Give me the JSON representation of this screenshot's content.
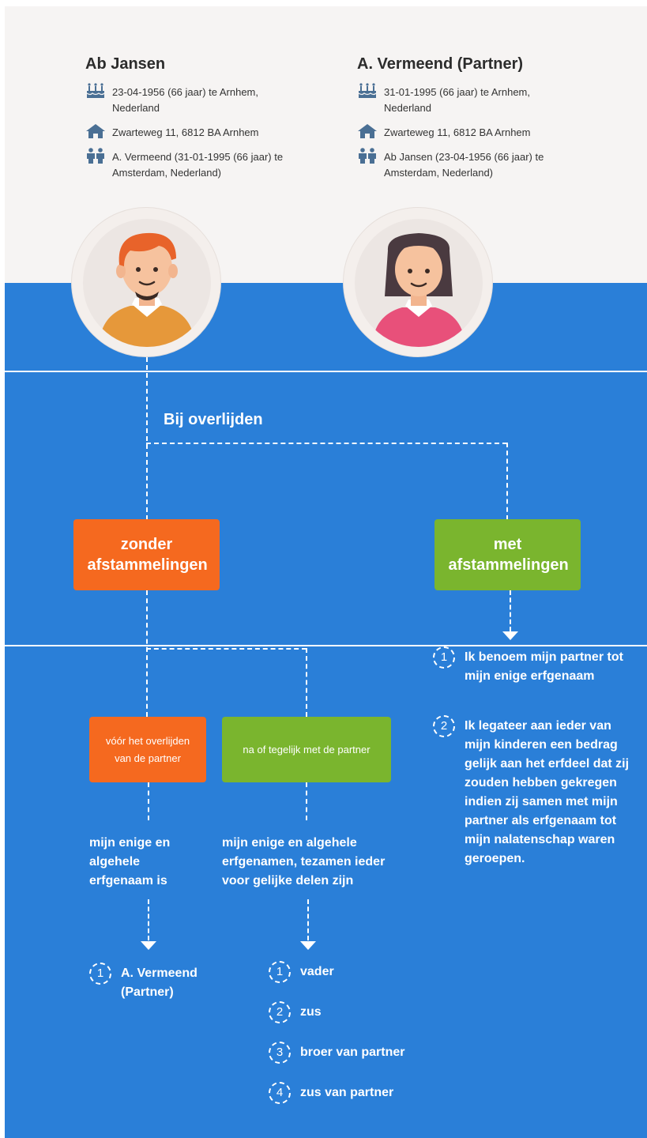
{
  "persons": [
    {
      "name": "Ab Jansen",
      "birth": "23-04-1956 (66 jaar) te Arnhem, Nederland",
      "address": "Zwarteweg 11, 6812 BA Arnhem",
      "partner": "A. Vermeend (31-01-1995 (66 jaar) te Amsterdam, Nederland)",
      "icons": [
        "birthday-cake-icon",
        "home-icon",
        "couple-icon"
      ]
    },
    {
      "name": "A. Vermeend (Partner)",
      "birth": "31-01-1995 (66 jaar) te Arnhem, Nederland",
      "address": "Zwarteweg 11, 6812 BA Arnhem",
      "partner": "Ab Jansen (23-04-1956 (66 jaar) te Amsterdam, Nederland)",
      "icons": [
        "birthday-cake-icon",
        "home-icon",
        "couple-icon"
      ]
    }
  ],
  "flow": {
    "heading": "Bij overlijden",
    "without_descendants": "zonder afstammelingen",
    "with_descendants": "met afstammelingen",
    "before_partner": "vóór het overlijden van de partner",
    "after_partner": "na of tegelijk met de partner",
    "sole_heir_text": "mijn enige en algehele erfgenaam is",
    "heirs_text": "mijn enige en algehele erfgenamen, tezamen ieder voor gelijke delen zijn",
    "sole_heir_list": [
      {
        "num": "1",
        "label": "A. Vermeend (Partner)"
      }
    ],
    "heirs_list": [
      {
        "num": "1",
        "label": "vader"
      },
      {
        "num": "2",
        "label": "zus"
      },
      {
        "num": "3",
        "label": "broer van partner"
      },
      {
        "num": "4",
        "label": "zus van partner"
      }
    ],
    "with_descendants_list": [
      {
        "num": "1",
        "label": "Ik benoem mijn partner tot mijn enige erfgenaam"
      },
      {
        "num": "2",
        "label": "Ik legateer aan ieder van mijn kinderen een bedrag gelijk aan het erfdeel dat zij zouden hebben gekregen indien zij samen met mijn partner als erfgenaam tot mijn nalatenschap waren geroepen."
      }
    ]
  },
  "colors": {
    "blue": "#2a7fd8",
    "orange": "#f5691f",
    "green": "#7ab52e",
    "top_background": "#f6f4f3"
  }
}
